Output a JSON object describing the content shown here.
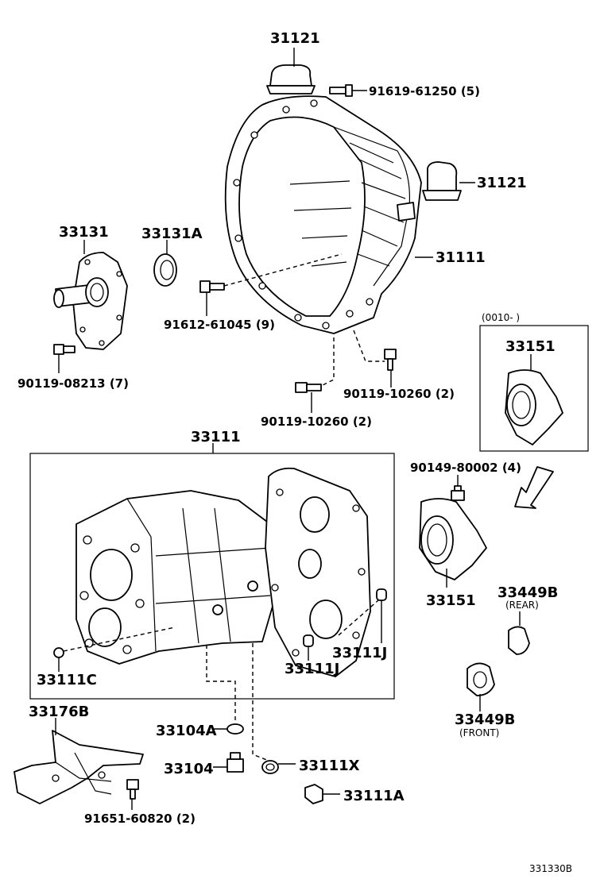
{
  "labels": {
    "p31121_top": "31121",
    "p91619": "91619‑61250 (5)",
    "p31121_right": "31121",
    "p31111": "31111",
    "p33131": "33131",
    "p33131A": "33131A",
    "p91612": "91612‑61045 (9)",
    "p90119_08213": "90119‑08213 (7)",
    "p90119_10260_a": "90119‑10260 (2)",
    "p90119_10260_b": "90119‑10260 (2)",
    "inset_code": "(0010‑        )",
    "p33151_inset": "33151",
    "p33111_group": "33111",
    "p90149": "90149‑80002 (4)",
    "p33151": "33151",
    "p33449B_rear": "33449B",
    "rear_note": "(REAR)",
    "p33111J_a": "33111J",
    "p33111J_b": "33111J",
    "p33111C": "33111C",
    "p33176B": "33176B",
    "p33104A": "33104A",
    "p33104": "33104",
    "p33111X": "33111X",
    "p33111A": "33111A",
    "p33449B_front": "33449B",
    "front_note": "(FRONT)",
    "p91651": "91651‑60820 (2)",
    "diagram_id": "331330B"
  }
}
